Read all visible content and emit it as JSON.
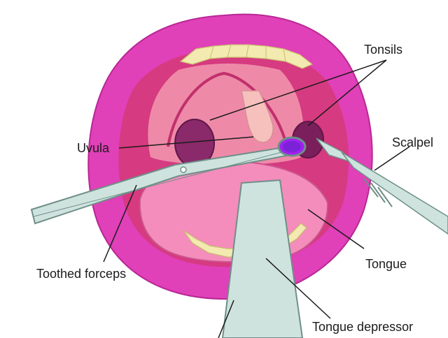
{
  "labels": {
    "tonsils": "Tonsils",
    "uvula": "Uvula",
    "scalpel": "Scalpel",
    "toothed_forceps": "Toothed forceps",
    "tongue": "Tongue",
    "tongue_depressor": "Tongue depressor"
  },
  "colors": {
    "lip": "#e040b8",
    "lip_dark": "#b82894",
    "mouth_cavity": "#d63a80",
    "throat": "#ee8aa8",
    "uvula": "#f6c0bc",
    "tongue": "#f48cbc",
    "teeth": "#f2eab0",
    "instrument": "#cfe3de",
    "instrument_edge": "#6f8f88",
    "highlight": "#a020f0"
  }
}
